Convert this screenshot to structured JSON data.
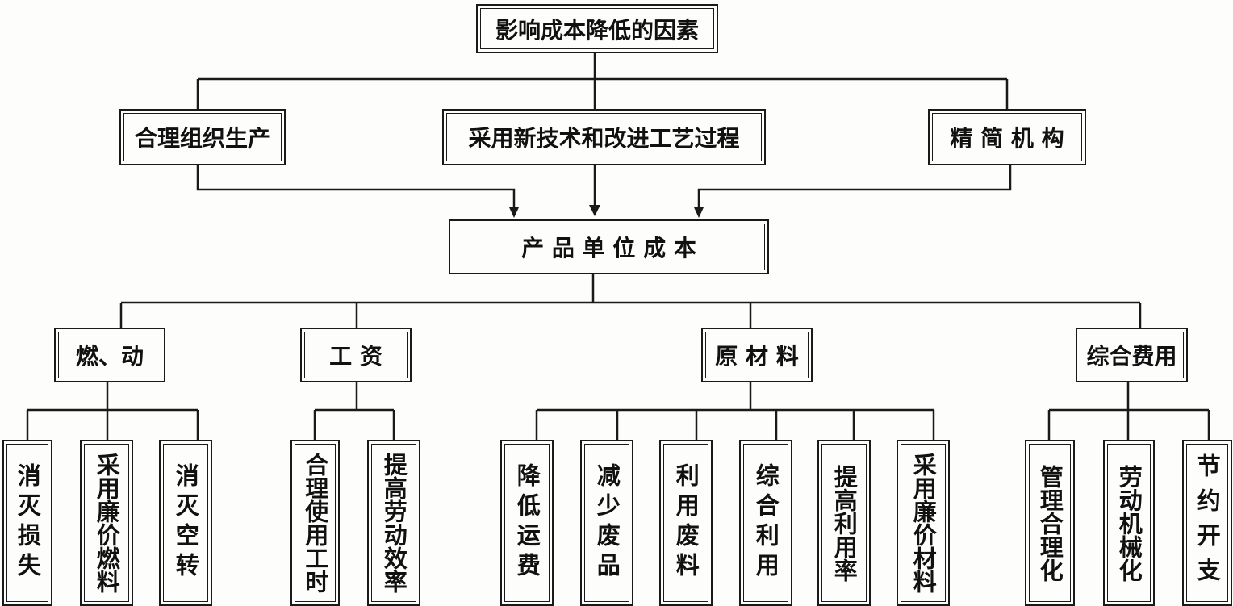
{
  "root": "影响成本降低的因素",
  "factors": [
    "合理组织生产",
    "采用新技术和改进工艺过程",
    "精 简 机 构"
  ],
  "center": "产 品 单 位 成 本",
  "categories": [
    {
      "label": "燃、动",
      "items": [
        "消灭损失",
        "采用廉价燃料",
        "消灭空转"
      ]
    },
    {
      "label": "工 资",
      "items": [
        "合理使用工时",
        "提高劳动效率"
      ]
    },
    {
      "label": "原 材 料",
      "items": [
        "降低运费",
        "减少废品",
        "利用废料",
        "综合利用",
        "提高利用率",
        "采用廉价材料"
      ]
    },
    {
      "label": "综合费用",
      "items": [
        "管理合理化",
        "劳动机械化",
        "节约开支"
      ]
    }
  ]
}
